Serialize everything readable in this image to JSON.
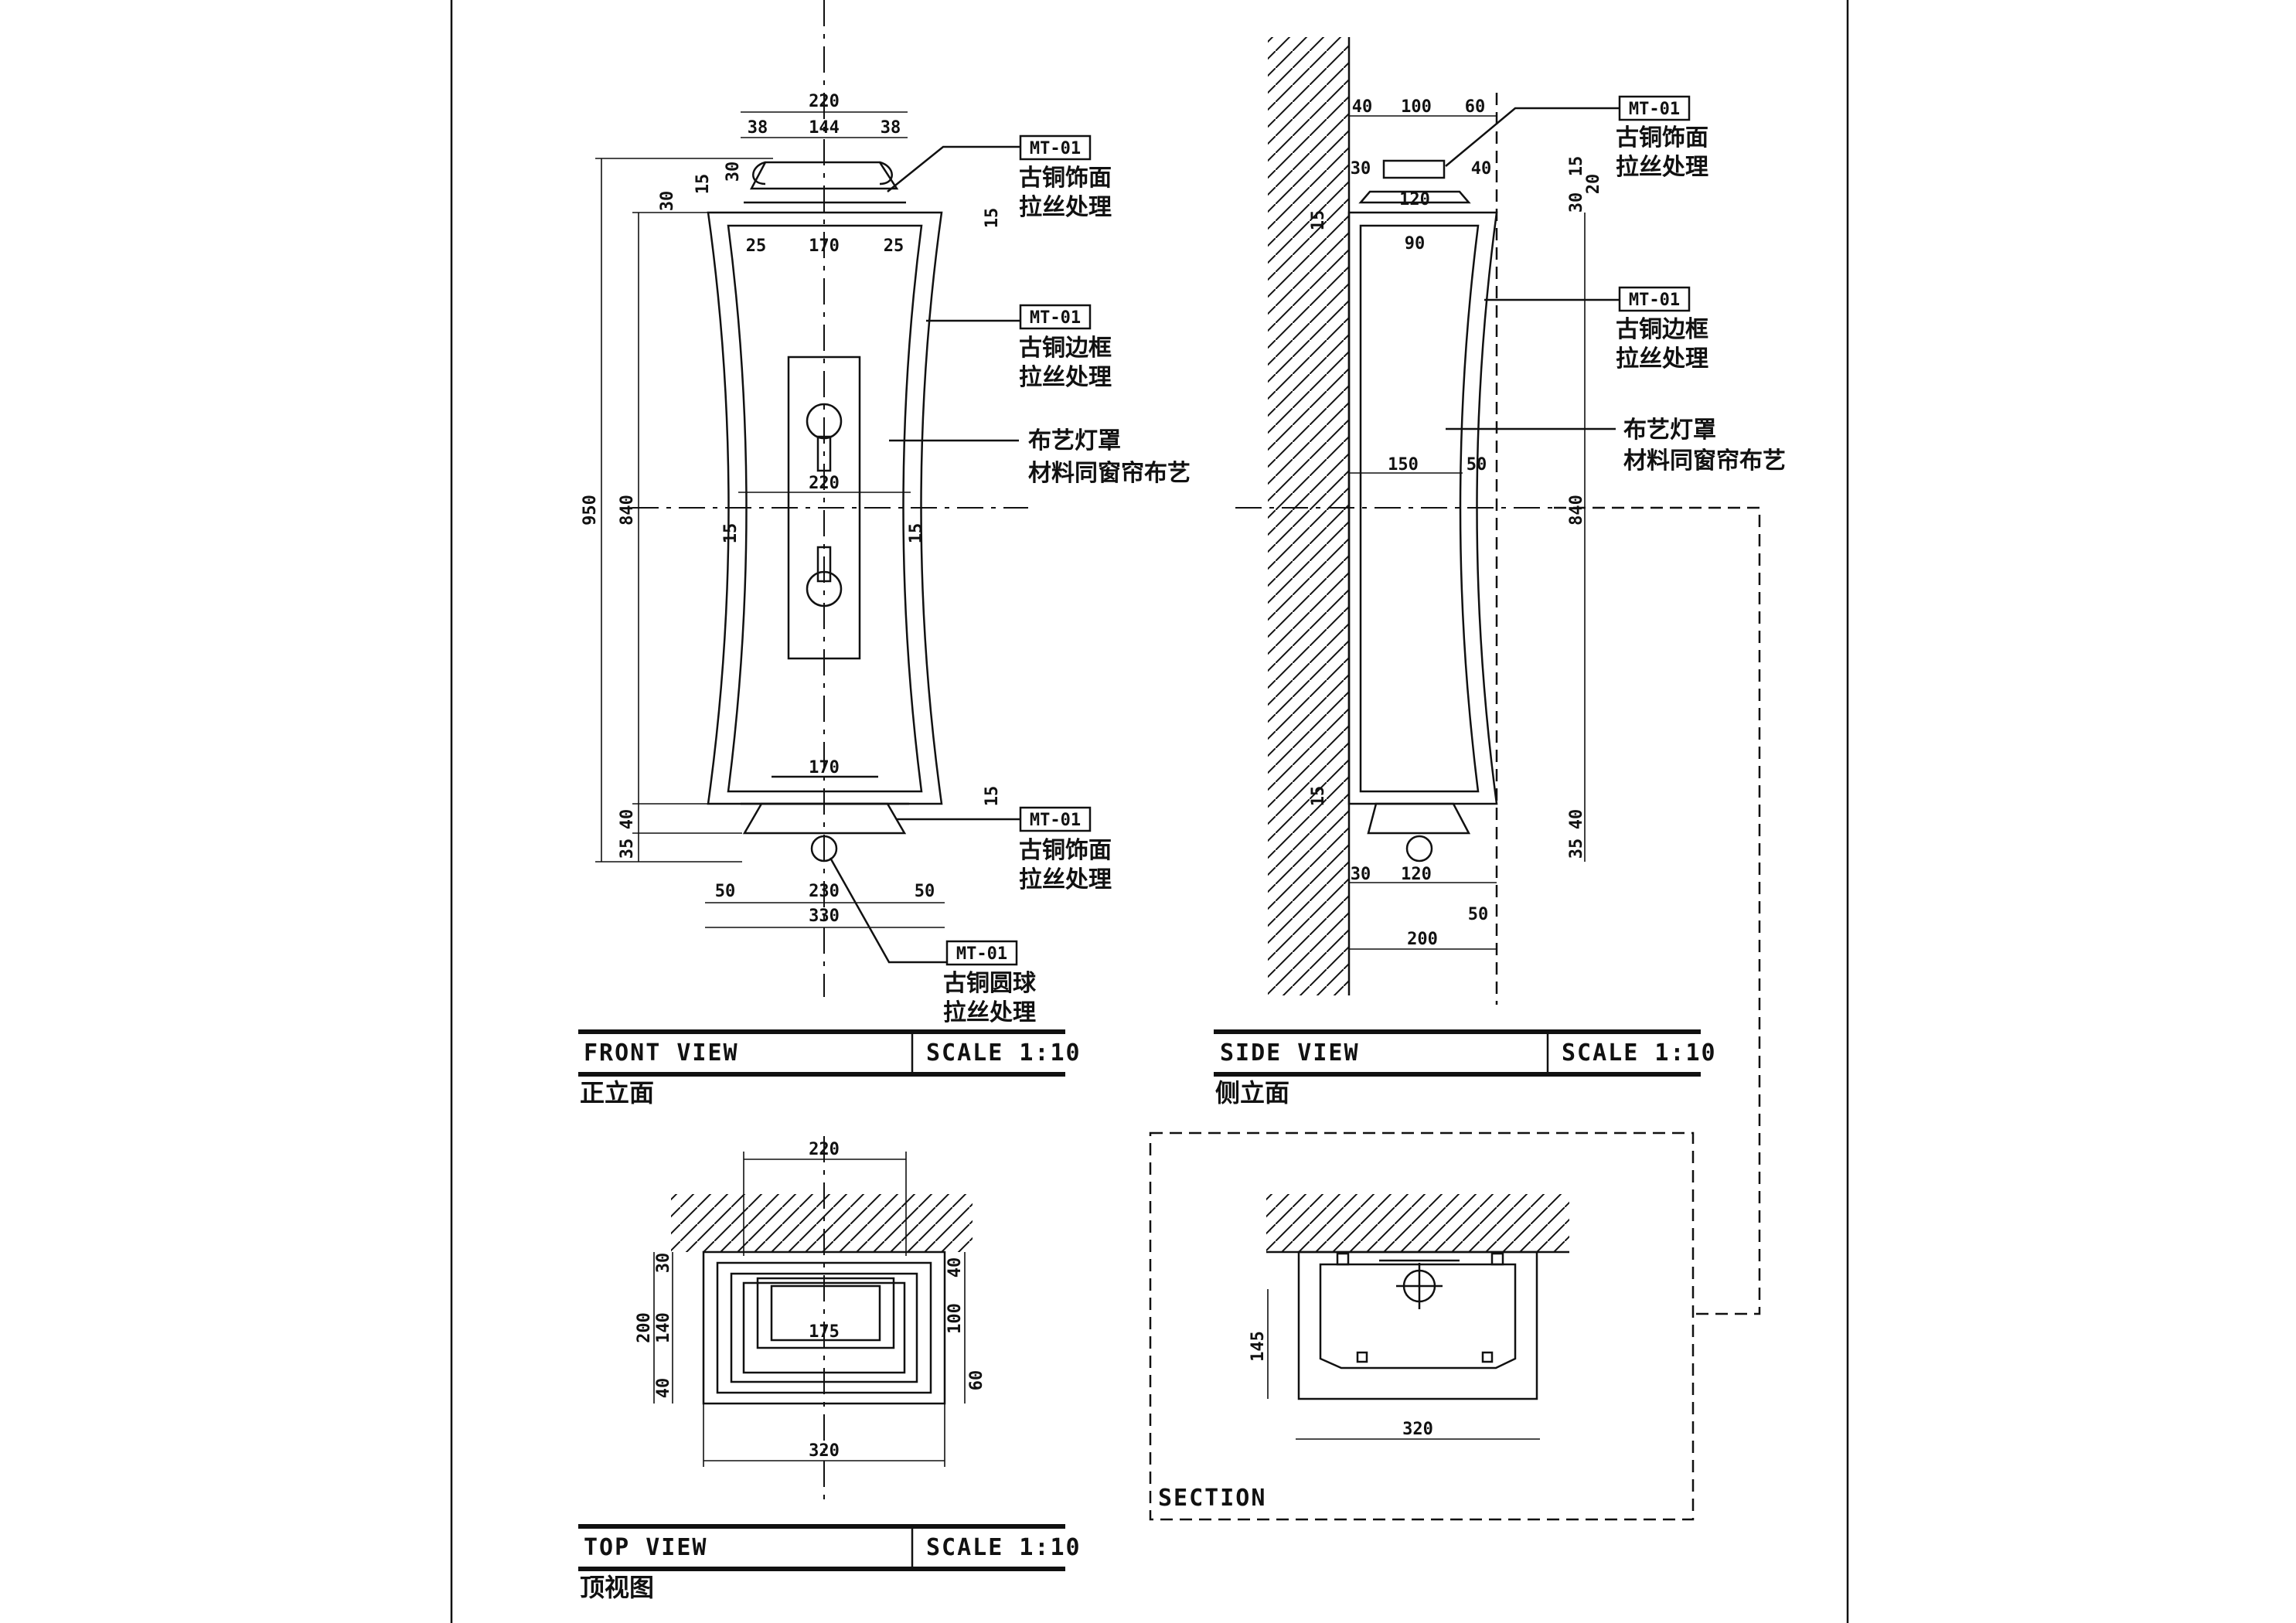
{
  "front_view": {
    "title": "FRONT VIEW",
    "scale": "SCALE 1:10",
    "cn_title": "正立面",
    "dims": {
      "top_total": "220",
      "top_left": "38",
      "top_mid": "144",
      "top_right": "38",
      "cap_h1": "30",
      "cap_h2": "15",
      "cap_h3": "30",
      "inner_top_l": "25",
      "inner_top_mid": "170",
      "inner_top_r": "25",
      "side_15_top": "15",
      "overall_h": "950",
      "body_h": "840",
      "mid_width": "220",
      "mid_l": "15",
      "mid_r": "15",
      "bottom_inner": "170",
      "bottom_15": "15",
      "base_40": "40",
      "base_35": "35",
      "bot_l": "50",
      "bot_mid": "230",
      "bot_r": "50",
      "bot_total": "330"
    },
    "labels": {
      "tag_cap": "MT-01",
      "note_cap_1": "古铜饰面",
      "note_cap_2": "拉丝处理",
      "tag_frame": "MT-01",
      "note_frame_1": "古铜边框",
      "note_frame_2": "拉丝处理",
      "note_fabric_1": "布艺灯罩",
      "note_fabric_2": "材料同窗帘布艺",
      "tag_base": "MT-01",
      "note_base_1": "古铜饰面",
      "note_base_2": "拉丝处理",
      "tag_ball": "MT-01",
      "note_ball_1": "古铜圆球",
      "note_ball_2": "拉丝处理"
    }
  },
  "side_view": {
    "title": "SIDE VIEW",
    "scale": "SCALE 1:10",
    "cn_title": "侧立面",
    "dims": {
      "top_l": "40",
      "top_mid": "100",
      "top_r": "60",
      "cap_l": "30",
      "cap_r": "40",
      "cap_w": "120",
      "cap_h1": "15",
      "cap_h2": "20",
      "cap_h3": "30",
      "wall_15": "15",
      "inner_top": "90",
      "mid_w": "150",
      "mid_r": "50",
      "body_h": "840",
      "base_15": "15",
      "base_40": "40",
      "base_35": "35",
      "bot_l": "30",
      "bot_mid": "120",
      "bot_r": "50",
      "bot_total": "200"
    },
    "labels": {
      "tag_cap": "MT-01",
      "note_cap_1": "古铜饰面",
      "note_cap_2": "拉丝处理",
      "tag_frame": "MT-01",
      "note_frame_1": "古铜边框",
      "note_frame_2": "拉丝处理",
      "note_fabric_1": "布艺灯罩",
      "note_fabric_2": "材料同窗帘布艺"
    }
  },
  "top_view": {
    "title": "TOP VIEW",
    "scale": "SCALE 1:10",
    "cn_title": "顶视图",
    "dims": {
      "top_w": "220",
      "inner_w": "175",
      "total_w": "320",
      "h_total": "200",
      "h_30": "30",
      "h_140": "140",
      "h_40": "40",
      "r_40": "40",
      "r_100": "100",
      "r_60": "60"
    }
  },
  "section": {
    "title": "SECTION",
    "dims": {
      "h_145": "145",
      "w_320": "320"
    }
  },
  "colors": {
    "ink": "#111111",
    "paper": "#ffffff"
  }
}
